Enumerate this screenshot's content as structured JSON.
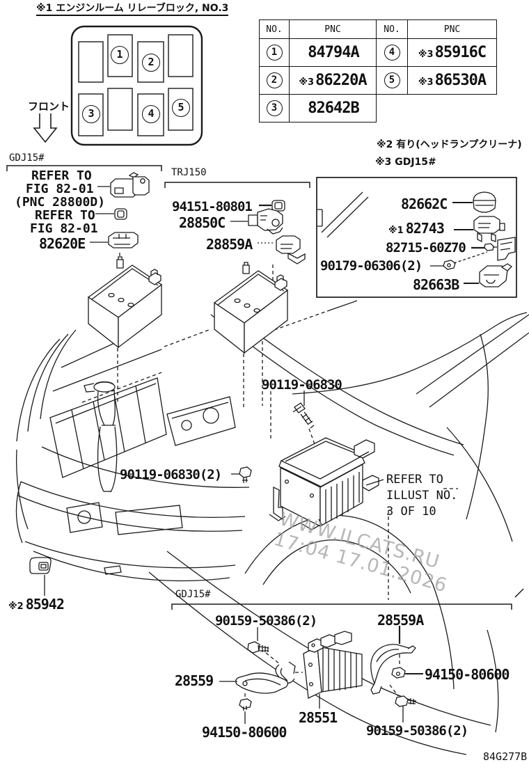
{
  "header": {
    "relay_block_title": "※1 エンジンルーム リレーブロック, NO.3",
    "front_label": "フロント"
  },
  "relay_slots": [
    "1",
    "2",
    "3",
    "4",
    "5"
  ],
  "pnc_table": {
    "headers": [
      "NO.",
      "PNC",
      "NO.",
      "PNC"
    ],
    "rows": [
      {
        "no_left": "1",
        "pnc_left_note": "",
        "pnc_left": "84794A",
        "no_right": "4",
        "pnc_right_note": "※3",
        "pnc_right": "85916C"
      },
      {
        "no_left": "2",
        "pnc_left_note": "※3",
        "pnc_left": "86220A",
        "no_right": "5",
        "pnc_right_note": "※3",
        "pnc_right": "86530A"
      },
      {
        "no_left": "3",
        "pnc_left_note": "",
        "pnc_left": "82642B"
      }
    ]
  },
  "notes": {
    "note2": "※2 有り(ヘッドランプクリーナ)",
    "note3": "※3 GDJ15#"
  },
  "sections": {
    "left_variant": "GDJ15#",
    "mid_variant": "TRJ150",
    "bottom_variant": "GDJ15#"
  },
  "labels": {
    "refer1_line1": "REFER TO",
    "refer1_line2": "FIG 82-01",
    "refer1_line3": "(PNC 28800D)",
    "refer2_line1": "REFER TO",
    "refer2_line2": "FIG 82-01",
    "p82620e": "82620E",
    "p94151_80801": "94151-80801",
    "p28850c": "28850C",
    "p28859a_mid": "28859A",
    "p82662c": "82662C",
    "p82743_note": "※1",
    "p82743": "82743",
    "p82715_60z70": "82715-60Z70",
    "p90179_06306": "90179-06306(2)",
    "p82663b": "82663B",
    "p90119_06830": "90119-06830",
    "p90119_06830_2": "90119-06830(2)",
    "refer_illust_line1": "REFER TO",
    "refer_illust_line2": "ILLUST NO.",
    "refer_illust_line3": "3 OF 10",
    "p85942_note": "※2",
    "p85942": "85942",
    "p90159_50386_top": "90159-50386(2)",
    "p28559a_bottom": "28559A",
    "p94150_80600_right": "94150-80600",
    "p28559": "28559",
    "p28551": "28551",
    "p94150_80600_left": "94150-80600",
    "p90159_50386_bottom": "90159-50386(2)"
  },
  "watermark": {
    "line1": "WWW.ILCATS.RU",
    "line2": "17:04 17.01.2026"
  },
  "diagram_code": "84G277B",
  "colors": {
    "line": "#1a1a1a",
    "watermark": "#a6a6a6",
    "background": "#ffffff"
  }
}
